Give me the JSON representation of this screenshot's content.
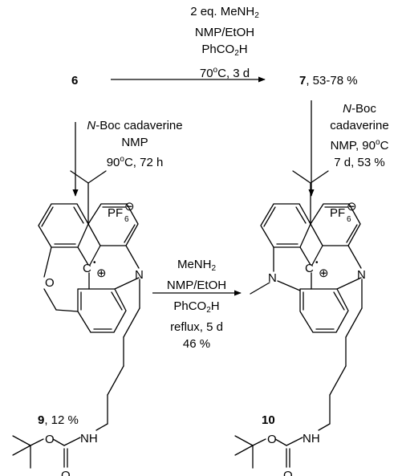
{
  "top_conditions": {
    "line1_pre": "2 eq. MeNH",
    "line1_sub": "2",
    "line2": "NMP/EtOH",
    "line3_pre": "PhCO",
    "line3_sub": "2",
    "line3_post": "H",
    "line4_pre": "70",
    "line4_sup": "o",
    "line4_post": "C, 3 d"
  },
  "compound_6": {
    "number": "6"
  },
  "compound_7": {
    "number": "7",
    "yield": ", 53-78 %"
  },
  "left_conditions": {
    "line1_italic": "N",
    "line1_rest": "-Boc cadaverine",
    "line2": "NMP",
    "line3_pre": "90",
    "line3_sup": "o",
    "line3_post": "C, 72 h"
  },
  "right_conditions": {
    "line1_italic": "N",
    "line1_rest": "-Boc",
    "line2": "cadaverine",
    "line3_pre": "NMP, 90",
    "line3_sup": "o",
    "line3_post": "C",
    "line4": "7 d,  53 %"
  },
  "middle_conditions": {
    "line1_pre": "MeNH",
    "line1_sub": "2",
    "line2": "NMP/EtOH",
    "line3_pre": "PhCO",
    "line3_sub": "2",
    "line3_post": "H",
    "line4": "reflux, 5 d",
    "line5": "46 %"
  },
  "compound_9": {
    "number": "9",
    "yield": ", 12 %"
  },
  "compound_10": {
    "number": "10"
  },
  "atoms": {
    "N": "N",
    "O": "O",
    "NH": "NH",
    "C": "C",
    "PF": "PF",
    "PF_sub": "6",
    "plus": "⊕",
    "minus": "⊖"
  },
  "colors": {
    "ink": "#000000",
    "background": "#ffffff"
  }
}
